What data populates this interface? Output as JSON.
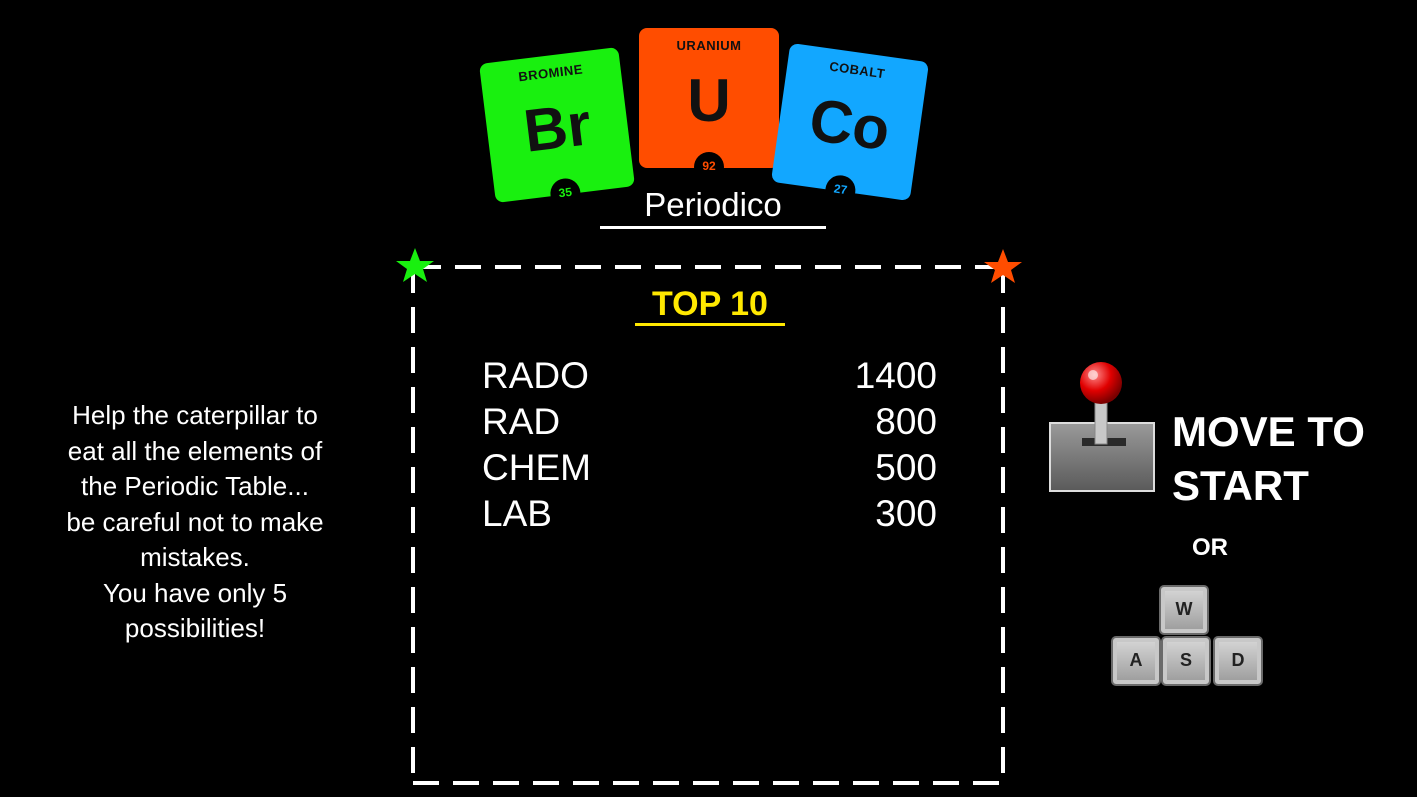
{
  "logo": {
    "tiles": [
      {
        "name": "BROMINE",
        "symbol": "Br",
        "number": "35",
        "color": "#19f00f"
      },
      {
        "name": "URANIUM",
        "symbol": "U",
        "number": "92",
        "color": "#ff4d00"
      },
      {
        "name": "COBALT",
        "symbol": "Co",
        "number": "27",
        "color": "#12a7ff"
      }
    ],
    "title": "Periodico"
  },
  "leaderboard": {
    "title": "TOP 10",
    "entries": [
      {
        "name": "RADO",
        "score": "1400"
      },
      {
        "name": "RAD",
        "score": "800"
      },
      {
        "name": "CHEM",
        "score": "500"
      },
      {
        "name": "LAB",
        "score": "300"
      }
    ]
  },
  "instructions": {
    "lines": [
      "Help the caterpillar to",
      "eat all the elements of",
      "the Periodic Table...",
      "be careful not to make",
      "mistakes.",
      "You have only 5",
      "possibilities!"
    ]
  },
  "controls": {
    "move_line1": "MOVE TO",
    "move_line2": "START",
    "or": "OR",
    "keys": {
      "w": "W",
      "a": "A",
      "s": "S",
      "d": "D"
    },
    "icons": {
      "joystick": "joystick-icon",
      "star_left": "green-star-icon",
      "star_right": "orange-star-icon"
    }
  },
  "colors": {
    "accent_yellow": "#ffe800",
    "star_green": "#19f00f",
    "star_orange": "#ff4d00"
  }
}
